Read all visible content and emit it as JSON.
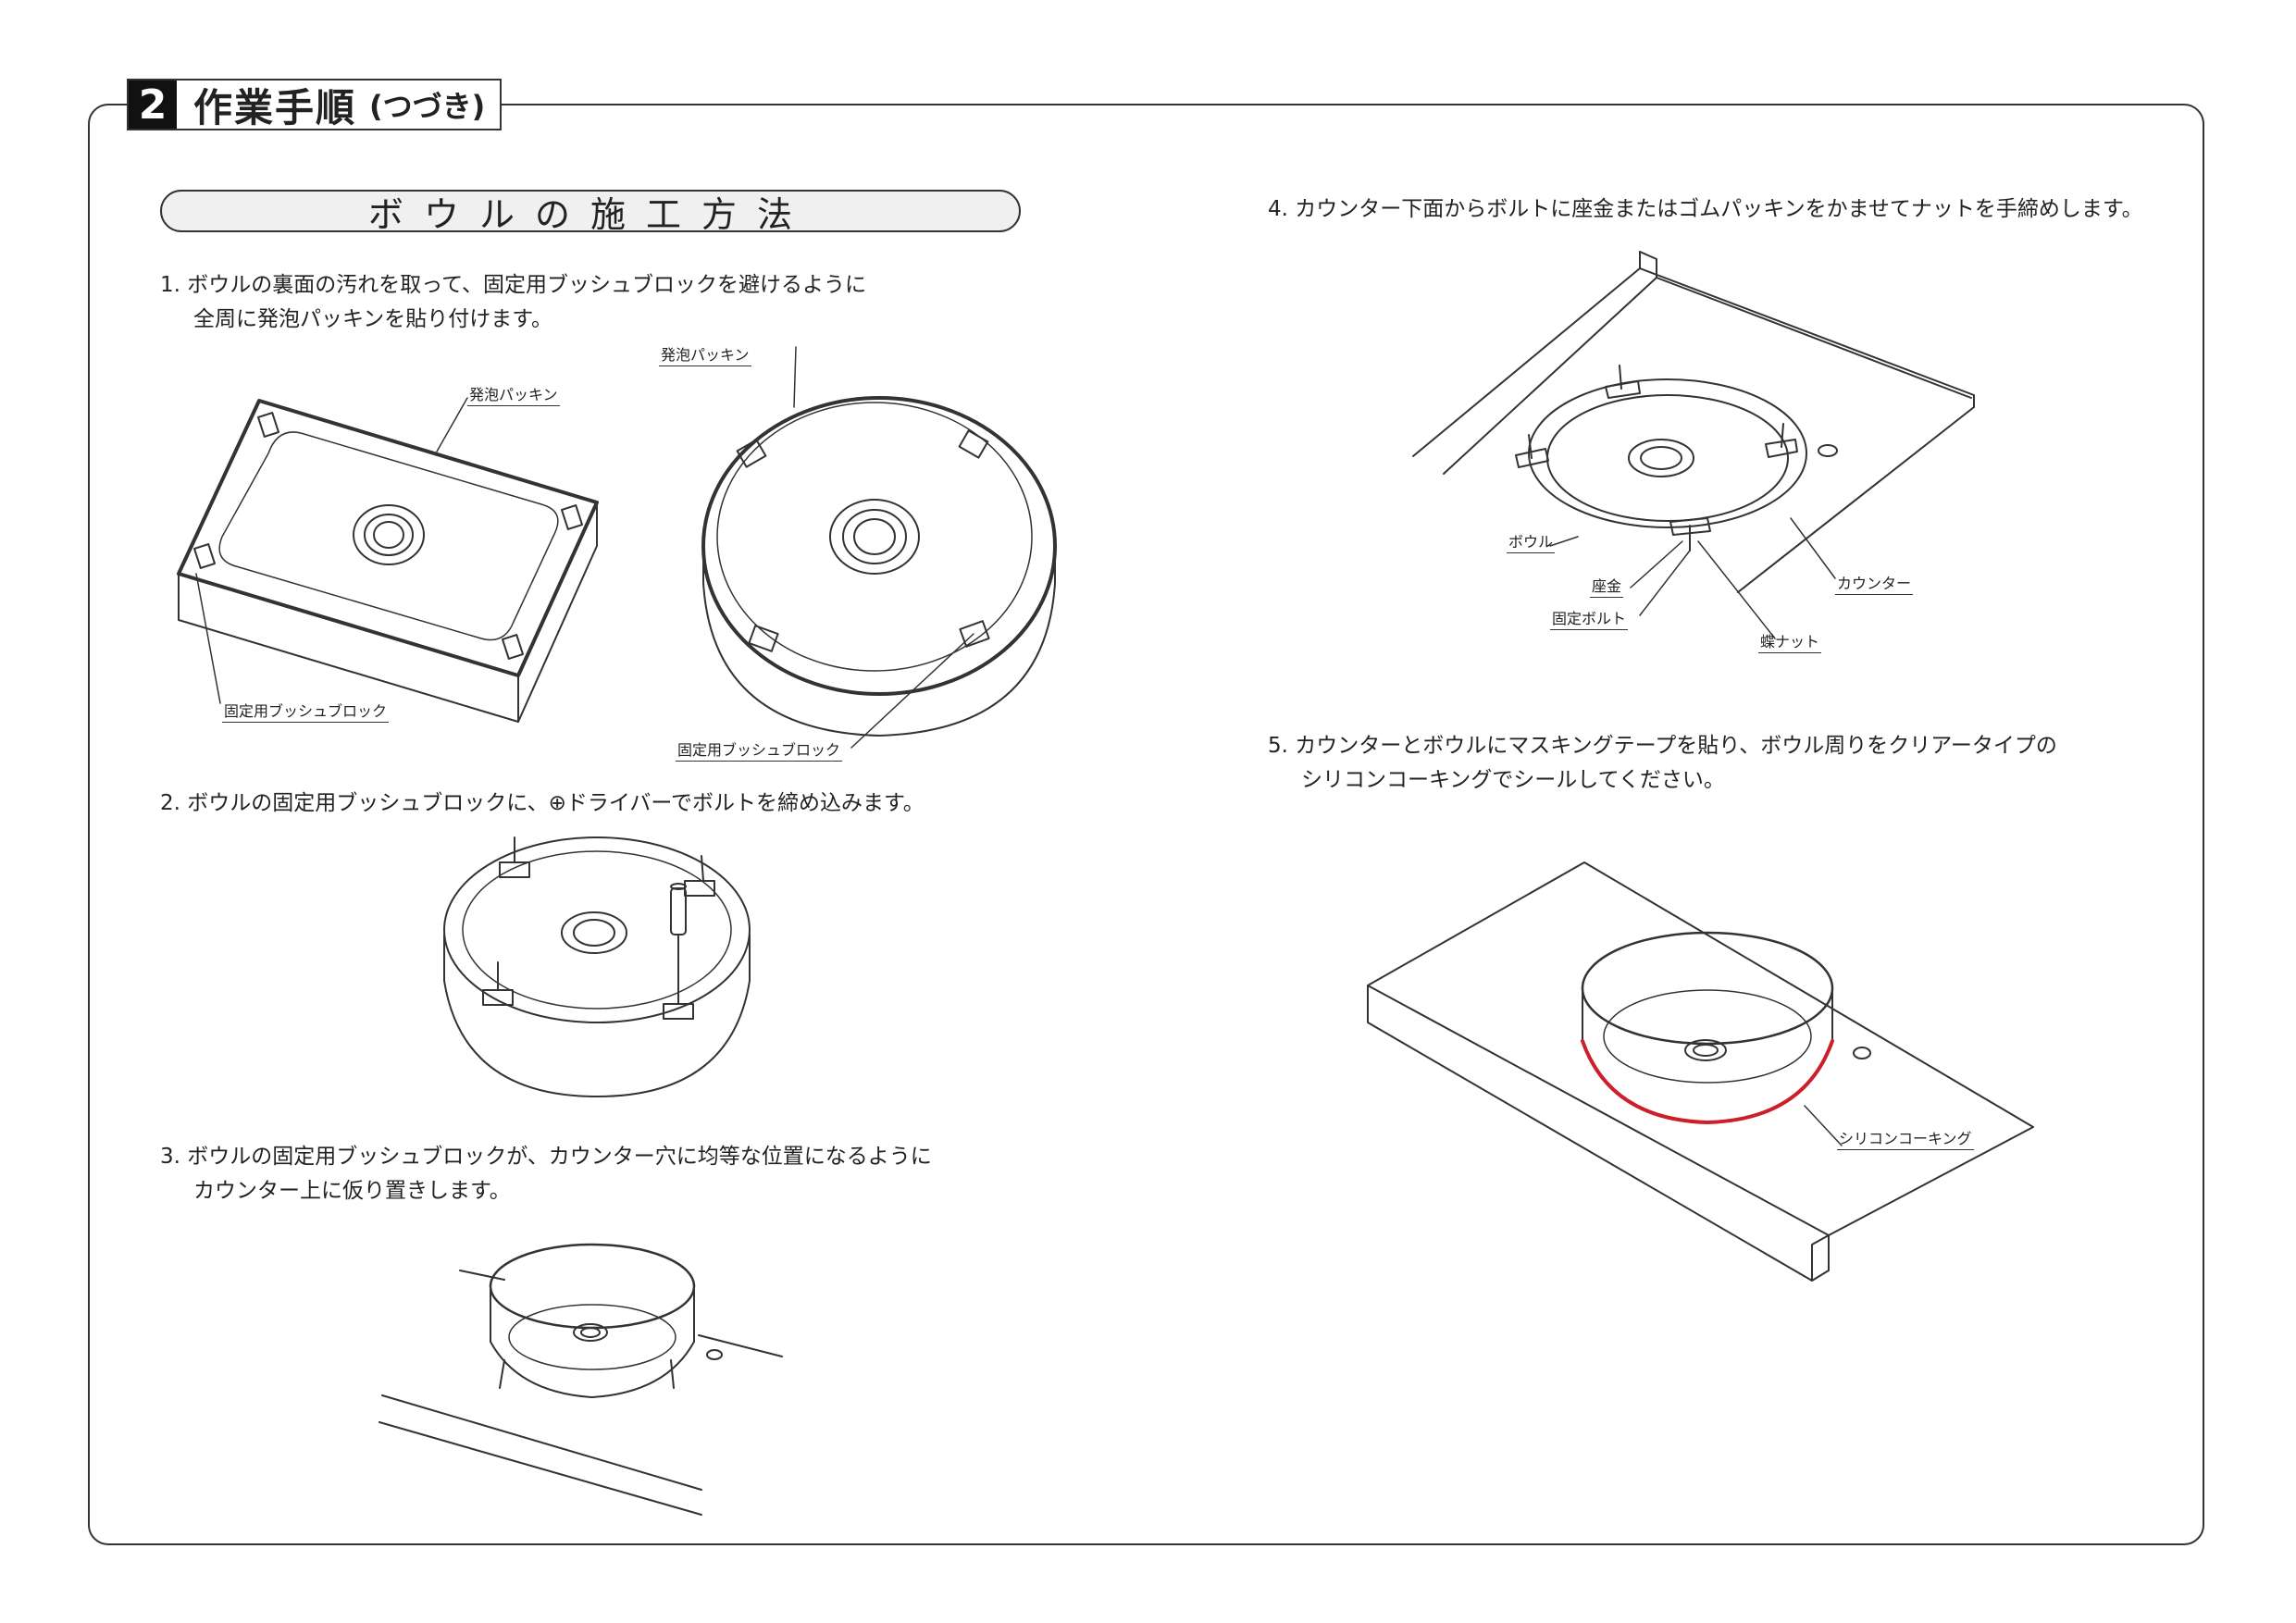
{
  "section": {
    "number": "2",
    "title": "作業手順",
    "subtitle": "(つづき)"
  },
  "method_title": "ボウルの施工方法",
  "steps": [
    {
      "num": "1.",
      "line1": "ボウルの裏面の汚れを取って、固定用ブッシュブロックを避けるように",
      "line2": "全周に発泡パッキンを貼り付けます。"
    },
    {
      "num": "2.",
      "line1": "ボウルの固定用ブッシュブロックに、⊕ドライバーでボルトを締め込みます。",
      "line2": ""
    },
    {
      "num": "3.",
      "line1": "ボウルの固定用ブッシュブロックが、カウンター穴に均等な位置になるように",
      "line2": "カウンター上に仮り置きします。"
    },
    {
      "num": "4.",
      "line1": "カウンター下面からボルトに座金またはゴムパッキンをかませてナットを手締めします。",
      "line2": ""
    },
    {
      "num": "5.",
      "line1": "カウンターとボウルにマスキングテープを貼り、ボウル周りをクリアータイプの",
      "line2": "シリコンコーキングでシールしてください。"
    }
  ],
  "labels": {
    "foam_packing": "発泡パッキン",
    "bush_block": "固定用ブッシュブロック",
    "bowl": "ボウル",
    "washer": "座金",
    "fixing_bolt": "固定ボルト",
    "counter": "カウンター",
    "wing_nut": "蝶ナット",
    "silicone": "シリコンコーキング"
  },
  "colors": {
    "line": "#333333",
    "caulk": "#cc1f2a",
    "method_fill": "#f0f0f0"
  }
}
